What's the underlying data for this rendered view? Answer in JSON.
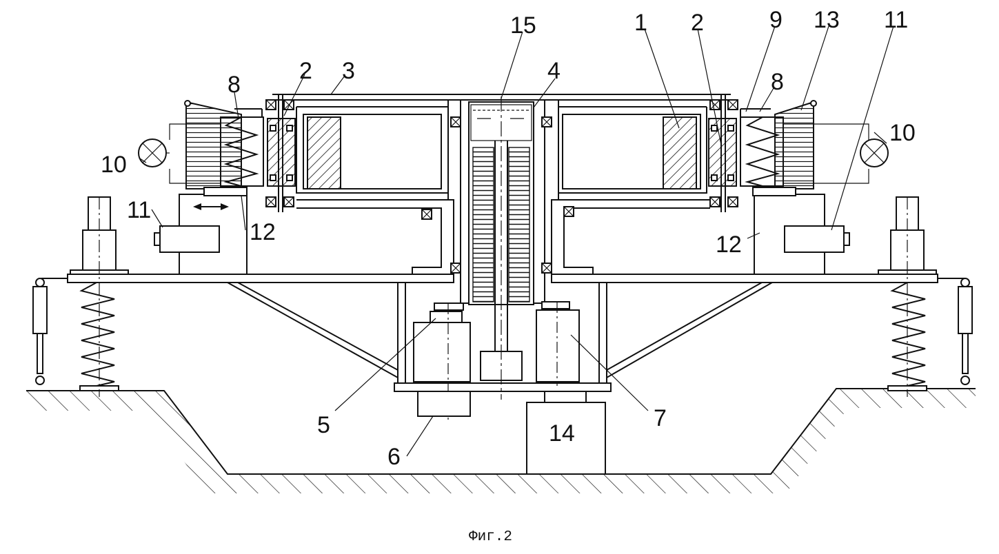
{
  "figure": {
    "caption": "Фиг.2",
    "labels": {
      "l1": "1",
      "l2a": "2",
      "l2b": "2",
      "l3": "3",
      "l4": "4",
      "l5": "5",
      "l6": "6",
      "l7": "7",
      "l8a": "8",
      "l8b": "8",
      "l9": "9",
      "l10a": "10",
      "l10b": "10",
      "l11a": "11",
      "l11b": "11",
      "l12a": "12",
      "l12b": "12",
      "l13": "13",
      "l14": "14",
      "l15": "15"
    }
  }
}
